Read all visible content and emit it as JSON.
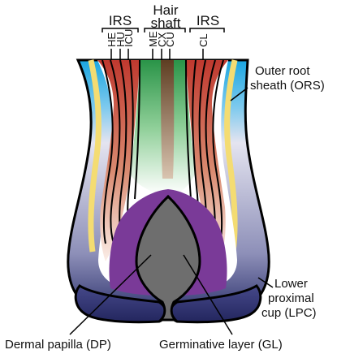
{
  "labels": {
    "irs_left": "IRS",
    "hair": "Hair",
    "shaft": "shaft",
    "irs_right": "IRS",
    "layers": [
      "HE",
      "HU",
      "ICU",
      "ME",
      "CX",
      "CU",
      "CL"
    ],
    "ors_line1": "Outer root",
    "ors_line2": "sheath (ORS)",
    "lpc_line1": "Lower",
    "lpc_line2": "proximal",
    "lpc_line3": "cup (LPC)",
    "dp": "Dermal papilla (DP)",
    "gl": "Germinative layer (GL)"
  },
  "colors": {
    "ors_blue": "#1aa5e0",
    "yellow": "#f4dc72",
    "irs_red": "#c3443c",
    "shaft_green": "#2f9a4a",
    "medulla_brown": "#6b4a2a",
    "purple": "#7a3a98",
    "papilla_gray": "#6e6e6e",
    "cup_navy": "#2a2f6b"
  }
}
